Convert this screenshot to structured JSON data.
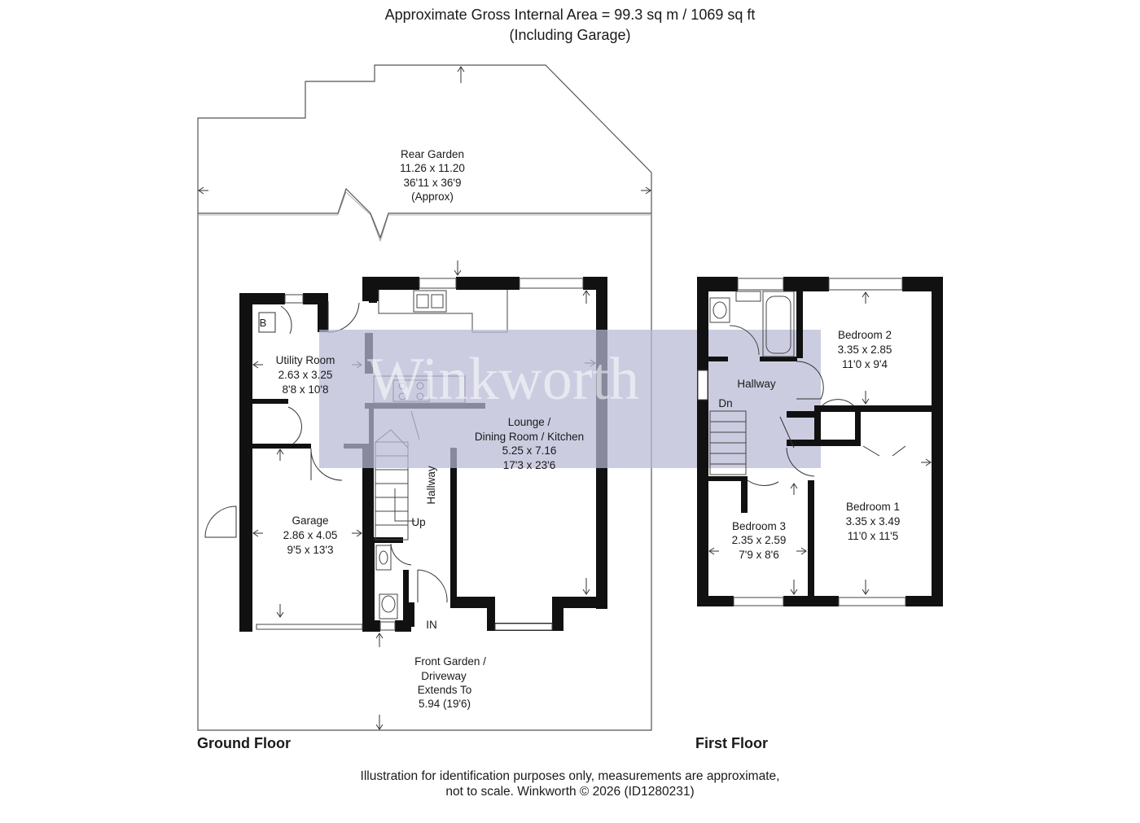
{
  "header": {
    "area_line": "Approximate Gross Internal Area = 99.3 sq m / 1069 sq ft",
    "garage_note": "(Including Garage)"
  },
  "watermark": "Winkworth",
  "colors": {
    "wall": "#111111",
    "watermark_band": "#b8b8d6",
    "line": "#333333"
  },
  "ground_floor": {
    "label": "Ground Floor",
    "rooms": {
      "rear_garden": {
        "name": "Rear Garden",
        "metric": "11.26 x 11.20",
        "imperial": "36'11 x 36'9",
        "note": "(Approx)"
      },
      "utility_room": {
        "name": "Utility Room",
        "metric": "2.63 x 3.25",
        "imperial": "8'8 x 10'8"
      },
      "garage": {
        "name": "Garage",
        "metric": "2.86 x 4.05",
        "imperial": "9'5 x 13'3"
      },
      "lounge": {
        "name1": "Lounge /",
        "name2": "Dining Room / Kitchen",
        "metric": "5.25 x 7.16",
        "imperial": "17'3 x 23'6"
      },
      "hallway": {
        "name": "Hallway"
      },
      "front_garden": {
        "name1": "Front Garden /",
        "name2": "Driveway",
        "name3": "Extends To",
        "size": "5.94 (19'6)"
      }
    },
    "boiler_mark": "B",
    "stairs_label": "Up",
    "entrance_label": "IN"
  },
  "first_floor": {
    "label": "First Floor",
    "rooms": {
      "bedroom_2": {
        "name": "Bedroom 2",
        "metric": "3.35 x 2.85",
        "imperial": "11'0 x 9'4"
      },
      "bedroom_1": {
        "name": "Bedroom 1",
        "metric": "3.35 x 3.49",
        "imperial": "11'0 x 11'5"
      },
      "bedroom_3": {
        "name": "Bedroom 3",
        "metric": "2.35 x 2.59",
        "imperial": "7'9 x 8'6"
      },
      "hallway": {
        "name": "Hallway"
      }
    },
    "stairs_label": "Dn"
  },
  "footer": {
    "line1": "Illustration for identification purposes only, measurements are approximate,",
    "line2": "not to scale. Winkworth © 2026 (ID1280231)"
  }
}
